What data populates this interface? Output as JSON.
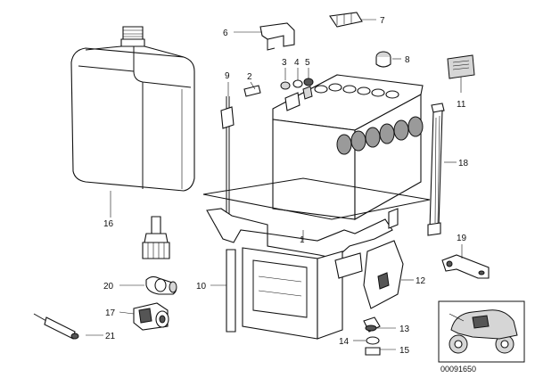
{
  "diagram": {
    "image_number": "00091650",
    "callouts": [
      {
        "id": "c1",
        "label": "1"
      },
      {
        "id": "c2",
        "label": "2"
      },
      {
        "id": "c3",
        "label": "3"
      },
      {
        "id": "c4",
        "label": "4"
      },
      {
        "id": "c5",
        "label": "5"
      },
      {
        "id": "c6",
        "label": "6"
      },
      {
        "id": "c7",
        "label": "7"
      },
      {
        "id": "c8",
        "label": "8"
      },
      {
        "id": "c9",
        "label": "9"
      },
      {
        "id": "c10",
        "label": "10"
      },
      {
        "id": "c11",
        "label": "11"
      },
      {
        "id": "c12",
        "label": "12"
      },
      {
        "id": "c13",
        "label": "13"
      },
      {
        "id": "c14",
        "label": "14"
      },
      {
        "id": "c15",
        "label": "15"
      },
      {
        "id": "c16",
        "label": "16"
      },
      {
        "id": "c17",
        "label": "17"
      },
      {
        "id": "c18",
        "label": "18"
      },
      {
        "id": "c19",
        "label": "19"
      },
      {
        "id": "c20",
        "label": "20"
      },
      {
        "id": "c21",
        "label": "21"
      }
    ]
  }
}
